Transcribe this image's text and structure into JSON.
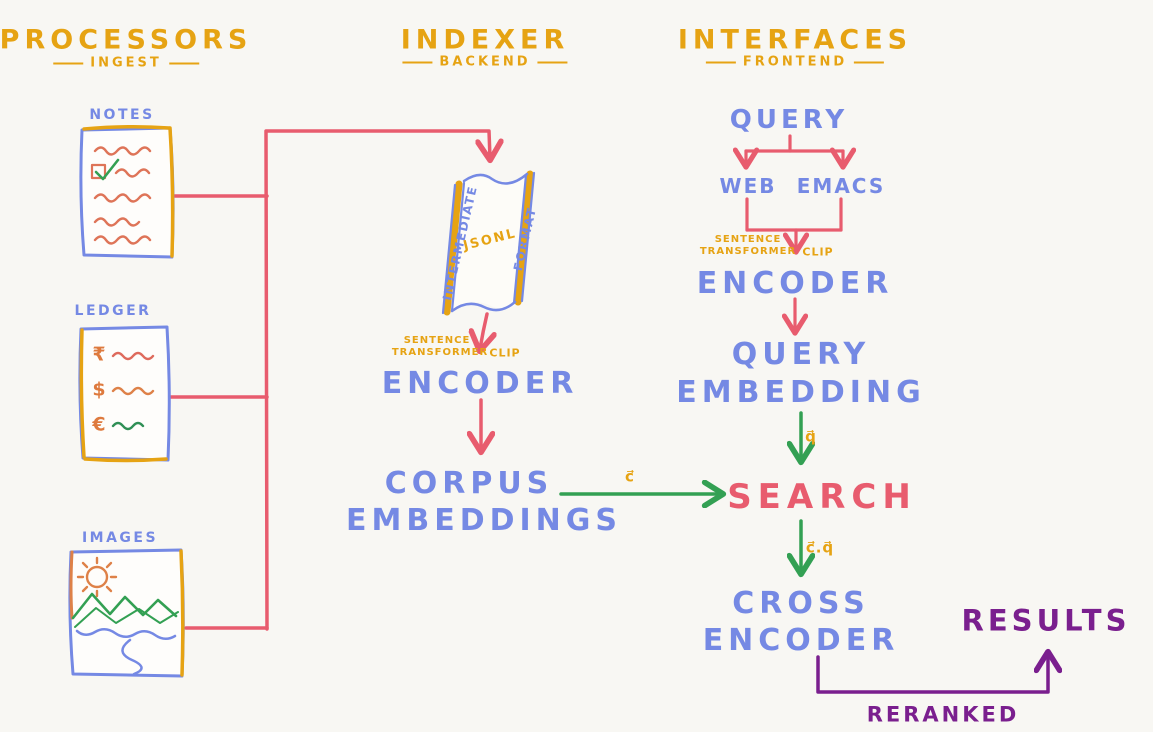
{
  "background": "#f8f7f3",
  "colors": {
    "yellow": "#e6a313",
    "blue": "#7589e4",
    "red": "#e85c6e",
    "green": "#33a053",
    "purple": "#7a1f8e",
    "orange": "#de7a3e"
  },
  "columns": {
    "processors": {
      "title": "PROCESSORS",
      "subtitle": "INGEST"
    },
    "indexer": {
      "title": "INDEXER",
      "subtitle": "BACKEND"
    },
    "interfaces": {
      "title": "INTERFACES",
      "subtitle": "FRONTEND"
    }
  },
  "processors": {
    "notes_label": "NOTES",
    "ledger_label": "LEDGER",
    "images_label": "IMAGES",
    "ledger_symbols": [
      "₹",
      "$",
      "€"
    ]
  },
  "indexer": {
    "scroll_left_text": "INTERMEDIATE",
    "scroll_center_text": "JSONL",
    "scroll_right_text": "FORMAT",
    "encoder_pre_line1": "SENTENCE",
    "encoder_pre_line2": "TRANSFORMER",
    "encoder_pre_alt": "CLIP",
    "encoder": "ENCODER",
    "corpus_line1": "CORPUS",
    "corpus_line2": "EMBEDDINGS"
  },
  "interfaces": {
    "query": "QUERY",
    "web": "WEB",
    "emacs": "EMACS",
    "encoder_pre_line1": "SENTENCE",
    "encoder_pre_line2": "TRANSFORMER",
    "encoder_pre_alt": "CLIP",
    "encoder": "ENCODER",
    "query_embedding_line1": "QUERY",
    "query_embedding_line2": "EMBEDDING",
    "search": "SEARCH",
    "cross_encoder_line1": "CROSS",
    "cross_encoder_line2": "ENCODER",
    "results": "RESULTS",
    "reranked": "RERANKED"
  },
  "edge_labels": {
    "corpus_vector": "c⃗",
    "query_vector": "q⃗",
    "dot_product": "c⃗.q⃗"
  }
}
